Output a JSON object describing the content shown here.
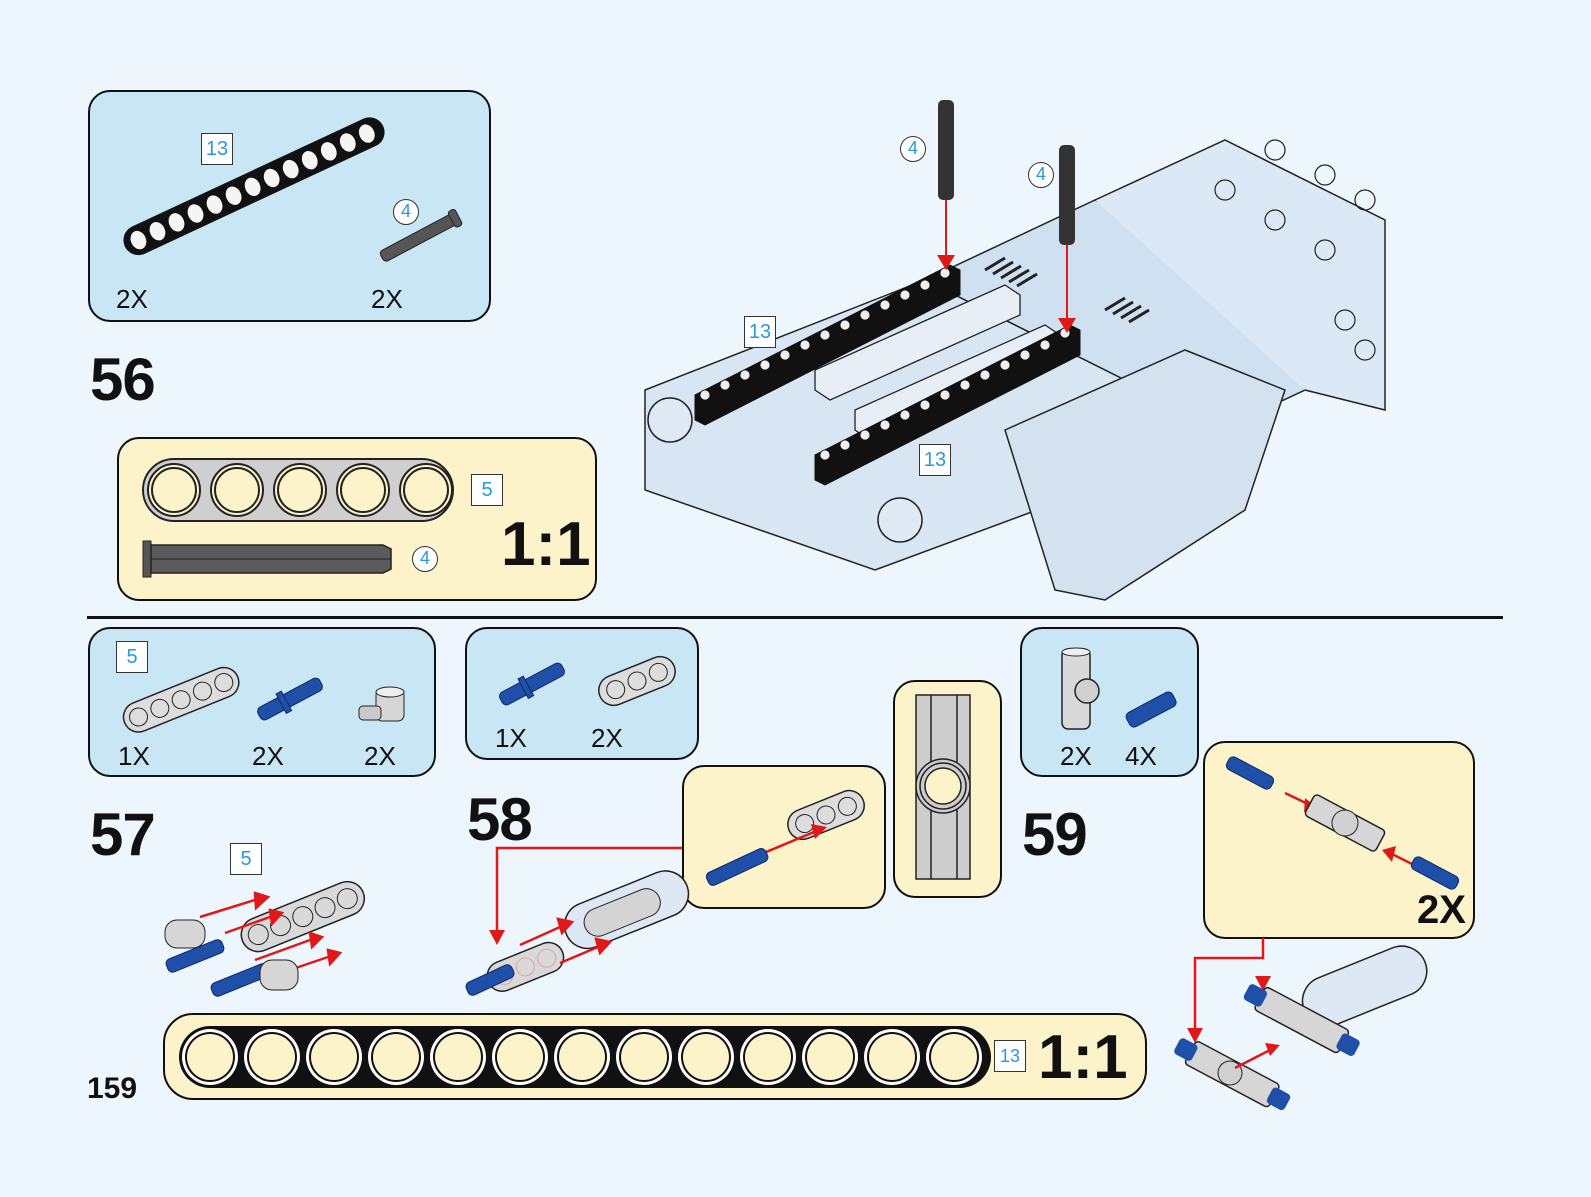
{
  "page": {
    "page_number": "159",
    "background": "#eef6fd",
    "colors": {
      "parts_panel": "#c9e6f4",
      "callout_panel": "#fdf3cb",
      "arrow": "#e01818",
      "tag_text": "#2a9ad6",
      "beam_black": "#111111",
      "beam_gray": "#d0d0d0",
      "pin_blue": "#1f4fa8",
      "axle_dark": "#555555"
    }
  },
  "steps": [
    {
      "number": "56",
      "parts": [
        {
          "name": "13-hole beam (black)",
          "tag": "13",
          "tag_shape": "square",
          "qty": "2X"
        },
        {
          "name": "axle 4 (dark gray)",
          "tag": "4",
          "tag_shape": "circle",
          "qty": "2X"
        }
      ],
      "scale_callout": {
        "items": [
          {
            "name": "5-hole beam",
            "tag": "5",
            "tag_shape": "square"
          },
          {
            "name": "axle 4",
            "tag": "4",
            "tag_shape": "circle"
          }
        ],
        "scale": "1:1"
      },
      "model_callouts": [
        {
          "tag": "4",
          "tag_shape": "circle"
        },
        {
          "tag": "4",
          "tag_shape": "circle"
        },
        {
          "tag": "13",
          "tag_shape": "square"
        },
        {
          "tag": "13",
          "tag_shape": "square"
        }
      ]
    },
    {
      "number": "57",
      "parts": [
        {
          "name": "5-hole beam (gray)",
          "tag": "5",
          "tag_shape": "square",
          "qty": "1X"
        },
        {
          "name": "long pin with bush (blue)",
          "qty": "2X"
        },
        {
          "name": "pin connector perpendicular (gray)",
          "qty": "2X"
        }
      ],
      "model_callouts": [
        {
          "tag": "5",
          "tag_shape": "square"
        }
      ]
    },
    {
      "number": "58",
      "parts": [
        {
          "name": "long pin with bush (blue)",
          "qty": "1X"
        },
        {
          "name": "3-hole beam (gray)",
          "qty": "2X"
        }
      ]
    },
    {
      "number": "59",
      "parts": [
        {
          "name": "axle connector with hole (gray)",
          "qty": "2X"
        },
        {
          "name": "axle pin (blue)",
          "qty": "4X"
        }
      ],
      "sub_assembly": {
        "multiplier": "2X"
      }
    }
  ],
  "bottom_scale_callout": {
    "name": "13-hole beam",
    "tag": "13",
    "tag_shape": "square",
    "holes": 13,
    "scale": "1:1"
  }
}
